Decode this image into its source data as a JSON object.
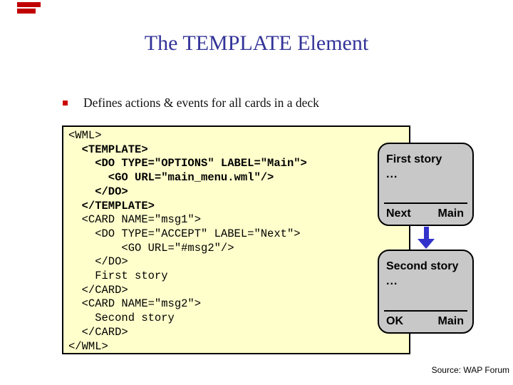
{
  "slide": {
    "title": "The TEMPLATE Element",
    "bullet_text": "Defines actions & events for all cards in a deck",
    "source_credit": "Source: WAP Forum"
  },
  "code": {
    "lines": [
      "<WML>",
      "  <TEMPLATE>",
      "    <DO TYPE=\"OPTIONS\" LABEL=\"Main\">",
      "      <GO URL=\"main_menu.wml\"/>",
      "    </DO>",
      "  </TEMPLATE>",
      "  <CARD NAME=\"msg1\">",
      "    <DO TYPE=\"ACCEPT\" LABEL=\"Next\">",
      "        <GO URL=\"#msg2\"/>",
      "    </DO>",
      "    First story",
      "  </CARD>",
      "  <CARD NAME=\"msg2\">",
      "    Second story",
      "  </CARD>",
      "</WML>"
    ]
  },
  "cards": [
    {
      "title": "First story",
      "ellipsis": "...",
      "left_button": "Next",
      "right_button": "Main"
    },
    {
      "title": "Second story",
      "ellipsis": "...",
      "left_button": "OK",
      "right_button": "Main"
    }
  ],
  "icons": {
    "bullet": "red-square-bullet",
    "arrow": "blue-down-arrow"
  },
  "colors": {
    "title_blue": "#333399",
    "code_background": "#FFFFCC",
    "code_border": "#000000",
    "card_gray": "#C8C8C8",
    "arrow_blue": "#3333CC",
    "bullet_red": "#CC0000",
    "deco_red": "#C00000"
  }
}
